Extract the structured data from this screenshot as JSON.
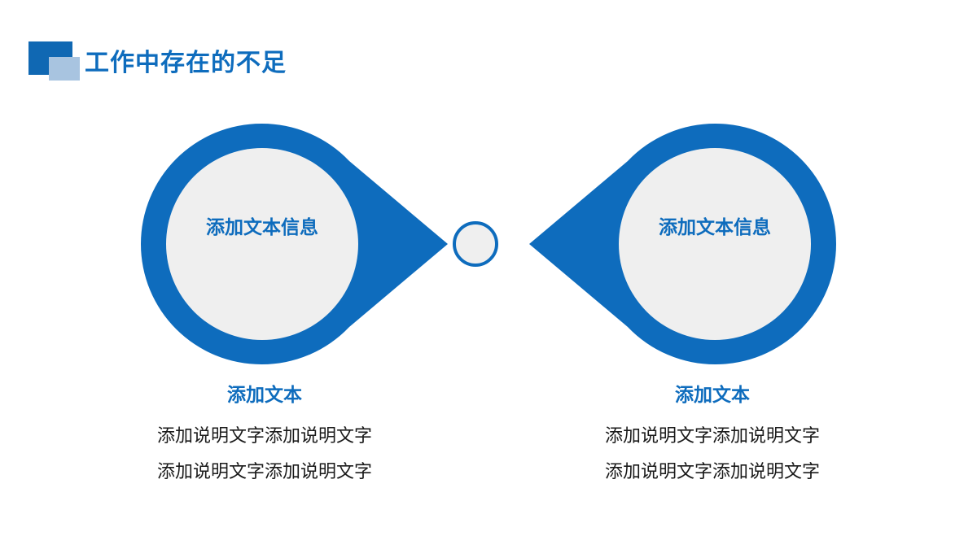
{
  "slide": {
    "background_color": "#ffffff",
    "accent_color": "#0E6CBD",
    "accent_light_color": "#A8C4E0",
    "inner_fill_color": "#EFEFEF",
    "body_text_color": "#1a1a1a"
  },
  "header": {
    "title": "工作中存在的不足",
    "decoration": {
      "dark_square_color": "#1068B3",
      "light_square_color": "#A8C4E0"
    }
  },
  "diagram": {
    "type": "bowtie-two-lobes",
    "center_node": {
      "shape": "circle",
      "ring_color": "#0E6CBD",
      "fill_color": "#EFEFEF"
    },
    "lobes": [
      {
        "id": "left",
        "label": "添加文本信息",
        "ring_color": "#0E6CBD",
        "fill_color": "#EFEFEF"
      },
      {
        "id": "right",
        "label": "添加文本信息",
        "ring_color": "#0E6CBD",
        "fill_color": "#EFEFEF"
      }
    ]
  },
  "captions": [
    {
      "id": "left",
      "heading": "添加文本",
      "lines": [
        "添加说明文字添加说明文字",
        "添加说明文字添加说明文字"
      ]
    },
    {
      "id": "right",
      "heading": "添加文本",
      "lines": [
        "添加说明文字添加说明文字",
        "添加说明文字添加说明文字"
      ]
    }
  ]
}
